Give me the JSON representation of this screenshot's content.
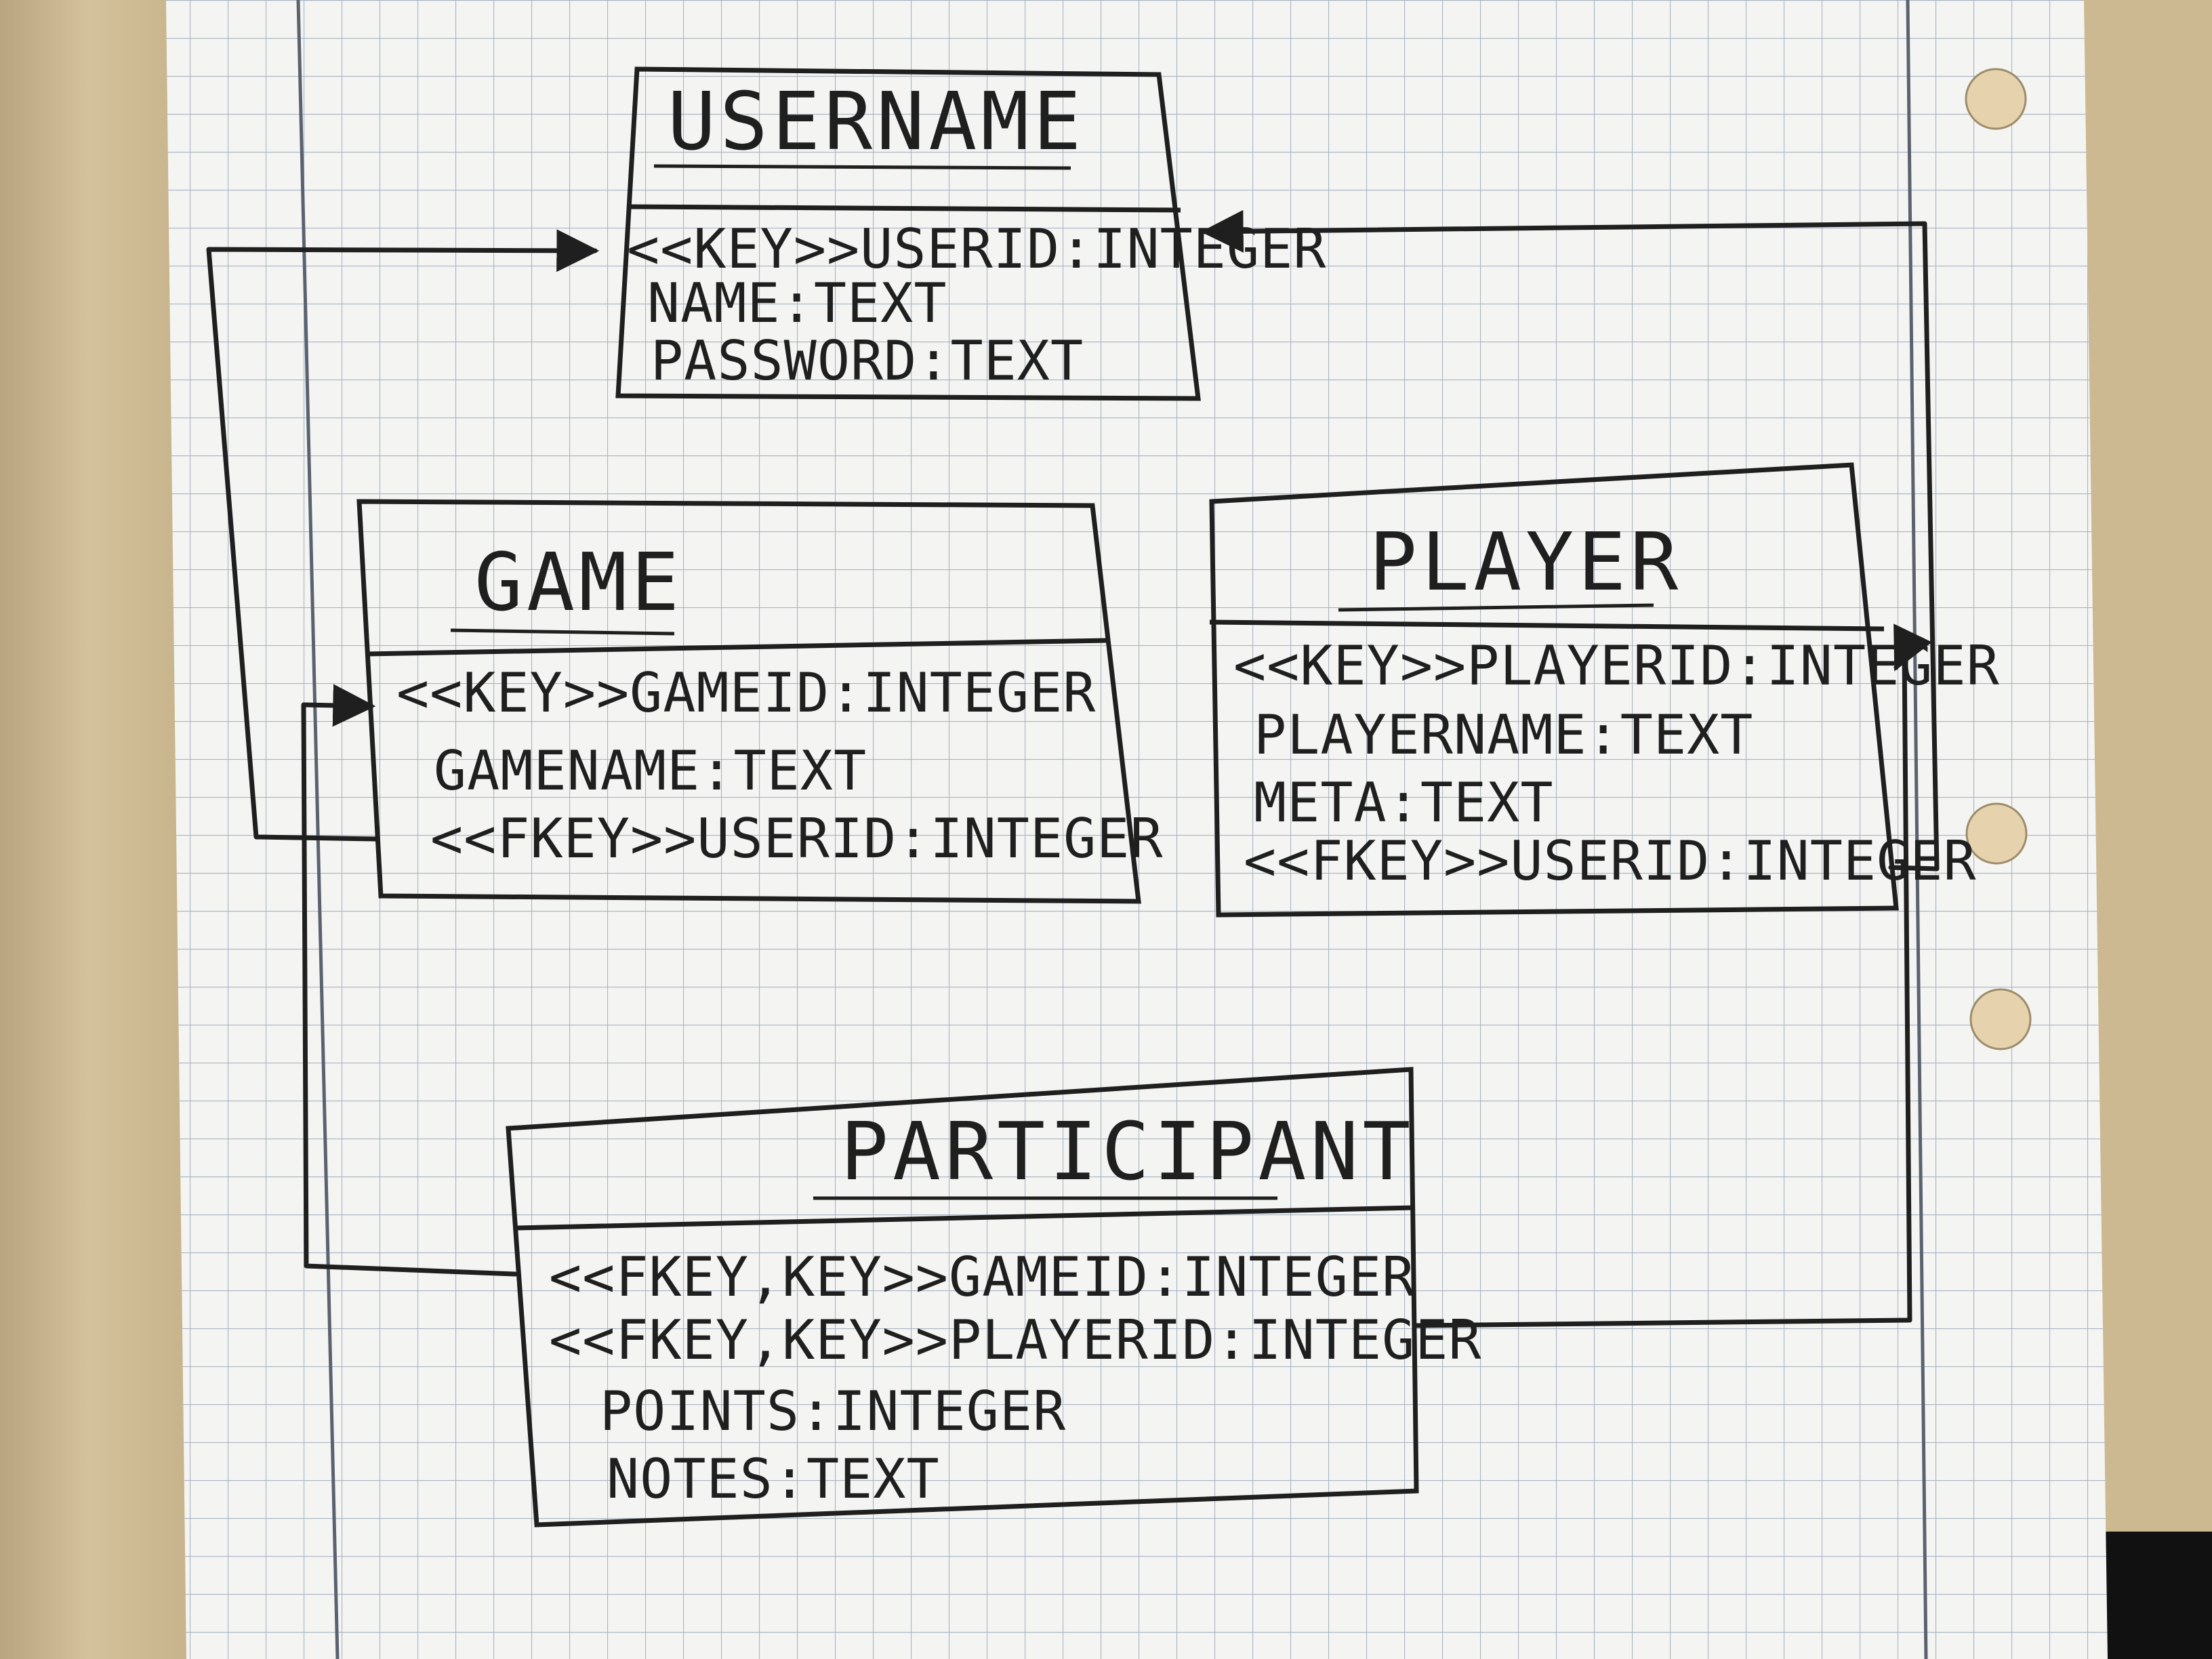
{
  "entities": [
    {
      "title": "USERNAME",
      "fields": [
        "<<KEY>>USERID:INTEGER",
        "NAME:TEXT",
        "PASSWORD:TEXT"
      ]
    },
    {
      "title": "GAME",
      "fields": [
        "<<KEY>>GAMEID:INTEGER",
        "GAMENAME:TEXT",
        "<<FKEY>>USERID:INTEGER"
      ]
    },
    {
      "title": "PLAYER",
      "fields": [
        "<<KEY>>PLAYERID:INTEGER",
        "PLAYERNAME:TEXT",
        "META:TEXT",
        "<<FKEY>>USERID:INTEGER"
      ]
    },
    {
      "title": "PARTICIPANT",
      "fields": [
        "<<FKEY,KEY>>GAMEID:INTEGER",
        "<<FKEY,KEY>>PLAYERID:INTEGER",
        "POINTS:INTEGER",
        "NOTES:TEXT"
      ]
    }
  ],
  "colors": {
    "paper": "#f4f4f2",
    "grid": "#8e9fb3",
    "margin_line": "#5a6270",
    "pencil": "#1f1f1f",
    "desk": "#c9b48e"
  }
}
